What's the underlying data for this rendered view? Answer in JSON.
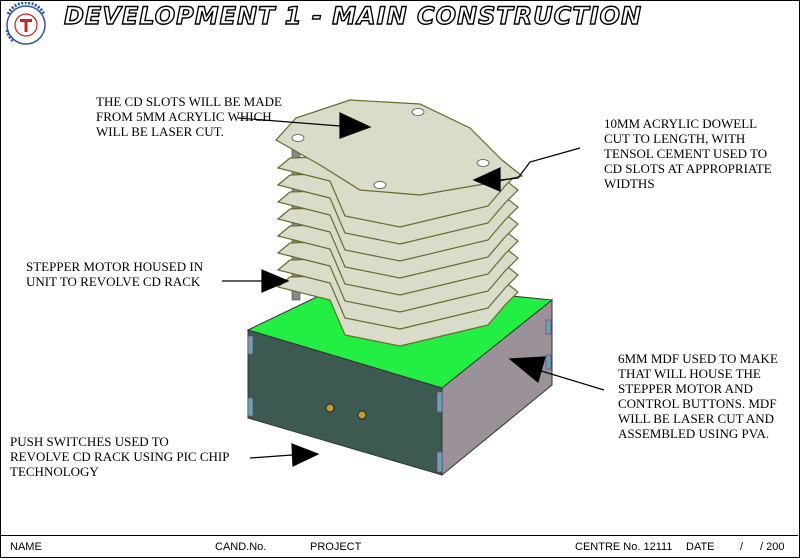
{
  "header": {
    "title": "DEVELOPMENT 1 - MAIN CONSTRUCTION",
    "logo_icon": "school-logo-icon"
  },
  "annotations": {
    "cd_slots": "THE CD SLOTS WILL BE MADE\nFROM 5MM ACRYLIC WHICH\nWILL BE LASER CUT.",
    "dowel": "10MM ACRYLIC DOWELL\nCUT TO LENGTH, WITH\nTENSOL CEMENT USED TO\nCD SLOTS AT APPROPRIATE\nWIDTHS",
    "stepper": "STEPPER MOTOR HOUSED IN\nUNIT TO REVOLVE CD RACK",
    "mdf": "6MM MDF USED TO MAKE\nTHAT WILL HOUSE THE\nSTEPPER MOTOR AND\nCONTROL BUTTONS. MDF\nWILL BE LASER CUT AND\nASSEMBLED USING PVA.",
    "switches": "PUSH SWITCHES USED TO\nREVOLVE CD RACK USING PIC CHIP\nTECHNOLOGY"
  },
  "footer": {
    "name_label": "NAME",
    "cand_label": "CAND.No.",
    "project_label": "PROJECT",
    "centre": "CENTRE No. 12111",
    "date_label": "DATE",
    "date_value": "/",
    "page": "/ 200"
  },
  "colors": {
    "acrylic": "#d8dcc8",
    "mdf_top": "#22ee44",
    "mdf_front": "#3c5a52",
    "mdf_side": "#9a9298",
    "dowel": "#8a8a8a"
  }
}
